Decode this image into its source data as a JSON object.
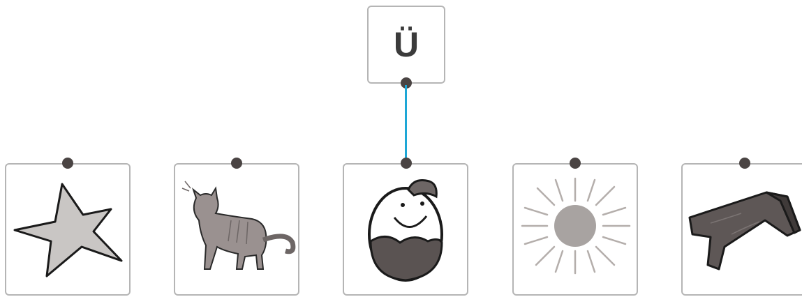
{
  "target_card": {
    "letter": "Ü"
  },
  "picture_cards": [
    {
      "icon": "star-icon"
    },
    {
      "icon": "cat-icon"
    },
    {
      "icon": "egg-with-hat-icon"
    },
    {
      "icon": "sun-icon"
    },
    {
      "icon": "trousers-icon"
    }
  ],
  "connection": {
    "from": "target",
    "to_card_index": 2,
    "color": "#1ea7d6"
  },
  "colors": {
    "dot": "#4a4443",
    "card_border": "#b5b5b5",
    "line": "#1ea7d6"
  }
}
